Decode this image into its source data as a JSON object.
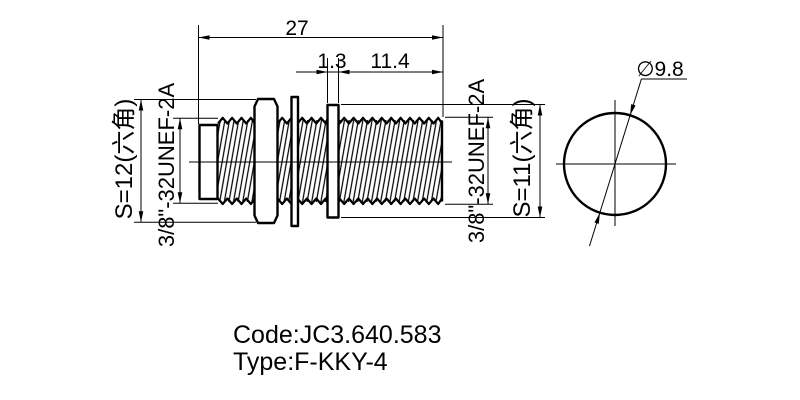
{
  "dimensions": {
    "overall_length": "27",
    "washer_thickness": "1.3",
    "mount_thread_length": "11.4",
    "end_diameter": "∅9.8"
  },
  "thread_labels": {
    "left_wrench_size": "S=12(六角)",
    "left_thread_spec": "3/8\"-32UNEF-2A",
    "right_thread_spec": "3/8\"-32UNEF-2A",
    "right_wrench_size": "S=11(六角)"
  },
  "part_info": {
    "code": "Code:JC3.640.583",
    "type": "Type:F-KKY-4"
  },
  "colors": {
    "line": "#000000",
    "background": "#ffffff"
  }
}
